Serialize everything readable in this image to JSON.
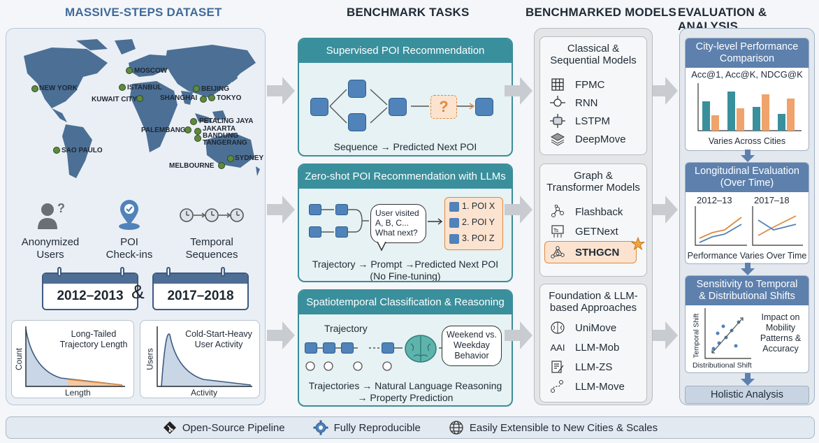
{
  "headers": {
    "dataset": "MASSIVE-STEPS DATASET",
    "tasks": "BENCHMARK TASKS",
    "models": "BENCHMARKED MODELS",
    "eval": "EVALUATION & ANALYSIS"
  },
  "map": {
    "cities": [
      "NEW YORK",
      "MOSCOW",
      "ISTANBUL",
      "KUWAIT CITY",
      "BEIJING",
      "SHANGHAI",
      "TOKYO",
      "PETALING JAYA",
      "PALEMBANG",
      "JAKARTA",
      "BANDUNG",
      "TANGERANG",
      "SAO PAULO",
      "SYDNEY",
      "MELBOURNE"
    ]
  },
  "dataset": {
    "features": [
      {
        "label": "Anonymized\nUsers",
        "icon": "user-question-icon"
      },
      {
        "label": "POI\nCheck-ins",
        "icon": "location-pin-icon"
      },
      {
        "label": "Temporal\nSequences",
        "icon": "clock-sequence-icon"
      }
    ],
    "year1": "2012–2013",
    "ampersand": "&",
    "year2": "2017–2018",
    "chart1": {
      "title": "Long-Tailed\nTrajectory Length",
      "ylabel": "Count",
      "xlabel": "Length"
    },
    "chart2": {
      "title": "Cold-Start-Heavy\nUser Activity",
      "ylabel": "Users",
      "xlabel": "Activity"
    }
  },
  "tasks": [
    {
      "title": "Supervised POI Recommendation",
      "caption": "Sequence → Predicted Next POI",
      "question": "?"
    },
    {
      "title": "Zero-shot POI Recommendation with LLMs",
      "bubble": "User visited\nA, B, C...\nWhat next?",
      "results": [
        "1. POI X",
        "2. POI Y",
        "3. POI Z"
      ],
      "caption": "Trajectory → Prompt →Predicted Next POI\n(No Fine-tuning)"
    },
    {
      "title": "Spatiotemporal Classification & Reasoning",
      "trajectory_label": "Trajectory",
      "bubble": "Weekend vs.\nWeekday\nBehavior",
      "caption": "Trajectories → Natural Language Reasoning\n→ Property Prediction"
    }
  ],
  "models": [
    {
      "title": "Classical &\nSequential Models",
      "items": [
        {
          "name": "FPMC",
          "icon": "grid-icon"
        },
        {
          "name": "RNN",
          "icon": "recurrent-node-icon"
        },
        {
          "name": "LSTPM",
          "icon": "lstm-cell-icon"
        },
        {
          "name": "DeepMove",
          "icon": "layers-icon"
        }
      ]
    },
    {
      "title": "Graph &\nTransformer Models",
      "items": [
        {
          "name": "Flashback",
          "icon": "graph-icon"
        },
        {
          "name": "GETNext",
          "icon": "transformer-icon"
        },
        {
          "name": "STHGCN",
          "icon": "graph-network-icon",
          "highlight": true
        }
      ]
    },
    {
      "title": "Foundation & LLM-\nbased Approaches",
      "items": [
        {
          "name": "UniMove",
          "icon": "brain-icon"
        },
        {
          "name": "LLM-Mob",
          "icon": "ai-text-icon",
          "icon_text": "AAI"
        },
        {
          "name": "LLM-ZS",
          "icon": "document-pen-icon"
        },
        {
          "name": "LLM-Move",
          "icon": "route-icon"
        }
      ]
    }
  ],
  "eval": {
    "box1": {
      "title": "City-level Performance\nComparison",
      "metrics": "Acc@1, Acc@K, NDCG@K",
      "caption": "Varies Across Cities"
    },
    "box2": {
      "title": "Longitudinal Evaluation\n(Over Time)",
      "period1": "2012–13",
      "period2": "2017–18",
      "caption": "Performance Varies Over Time"
    },
    "box3": {
      "title": "Sensitivity to Temporal\n& Distributional Shifts",
      "ylabel": "Temporal Shift",
      "xlabel": "Distributional Shift",
      "impact": "Impact on\nMobility\nPatterns &\nAccuracy"
    },
    "final": "Holistic Analysis"
  },
  "footer": [
    {
      "label": "Open-Source Pipeline",
      "icon": "git-icon"
    },
    {
      "label": "Fully Reproducible",
      "icon": "gear-icon"
    },
    {
      "label": "Easily Extensible to New Cities & Scales",
      "icon": "globe-icon"
    }
  ],
  "colors": {
    "teal": "#3a8f9c",
    "blue": "#4f83b9",
    "orange": "#f0a36b",
    "navy": "#3e5a80",
    "green": "#5f8a3e"
  }
}
